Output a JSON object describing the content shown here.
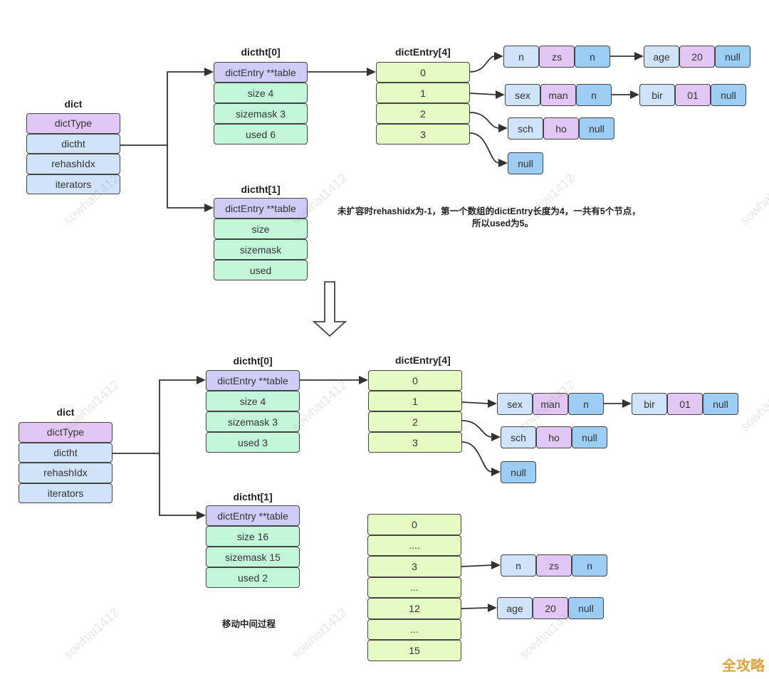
{
  "top": {
    "dict": {
      "title": "dict",
      "fields": [
        "dictType",
        "dictht",
        "rehashIdx",
        "iterators"
      ]
    },
    "ht0": {
      "title": "dictht[0]",
      "fields": [
        "dictEntry **table",
        "size 4",
        "sizemask 3",
        "used 6"
      ]
    },
    "ht1": {
      "title": "dictht[1]",
      "fields": [
        "dictEntry **table",
        "size",
        "sizemask",
        "used"
      ]
    },
    "entry": {
      "title": "dictEntry[4]",
      "slots": [
        "0",
        "1",
        "2",
        "3"
      ]
    },
    "chain0": [
      [
        "n",
        "zs",
        "n"
      ],
      [
        "age",
        "20",
        "null"
      ]
    ],
    "chain1": [
      [
        "sex",
        "man",
        "n"
      ],
      [
        "bir",
        "01",
        "null"
      ]
    ],
    "chain2": [
      [
        "sch",
        "ho",
        "null"
      ]
    ],
    "chain3": [
      "null"
    ],
    "note_line1": "未扩容时rehashidx为-1，第一个数组的dictEntry长度为4，一共有5个节点，",
    "note_line2": "所以used为5。"
  },
  "bottom": {
    "dict": {
      "title": "dict",
      "fields": [
        "dictType",
        "dictht",
        "rehashIdx",
        "iterators"
      ]
    },
    "ht0": {
      "title": "dictht[0]",
      "fields": [
        "dictEntry **table",
        "size 4",
        "sizemask 3",
        "used 3"
      ]
    },
    "ht1": {
      "title": "dictht[1]",
      "fields": [
        "dictEntry **table",
        "size 16",
        "sizemask 15",
        "used 2"
      ]
    },
    "entry": {
      "title": "dictEntry[4]",
      "slots": [
        "0",
        "1",
        "2",
        "3"
      ]
    },
    "chain1": [
      [
        "sex",
        "man",
        "n"
      ],
      [
        "bir",
        "01",
        "null"
      ]
    ],
    "chain2": [
      [
        "sch",
        "ho",
        "null"
      ]
    ],
    "chain3": [
      "null"
    ],
    "entry16": {
      "slots": [
        "0",
        "....",
        "3",
        "...",
        "12",
        "...",
        "15"
      ]
    },
    "chain16_3": [
      [
        "n",
        "zs",
        "n"
      ]
    ],
    "chain16_12": [
      [
        "age",
        "20",
        "null"
      ]
    ],
    "caption": "移动中间过程"
  },
  "watermark": "sowhat1412",
  "logo": "全攻略"
}
